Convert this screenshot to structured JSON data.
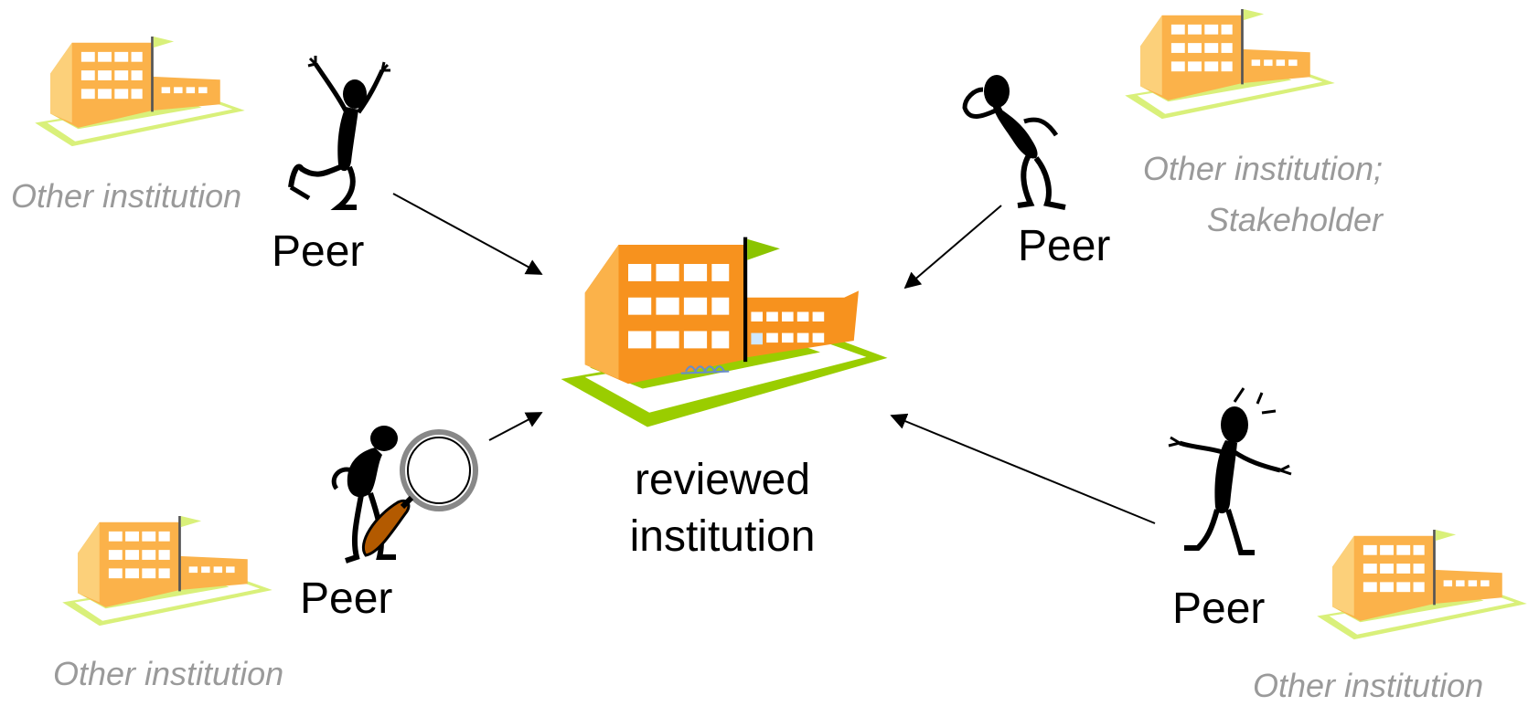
{
  "center": {
    "line1": "reviewed",
    "line2": "institution"
  },
  "peers": [
    {
      "label": "Peer",
      "institution": "Other institution"
    },
    {
      "label": "Peer",
      "institution_line1": "Other institution;",
      "institution_line2": "Stakeholder"
    },
    {
      "label": "Peer",
      "institution": "Other institution"
    },
    {
      "label": "Peer",
      "institution": "Other institution"
    }
  ],
  "colors": {
    "building_main": "#f7921e",
    "building_faded": "#fbb24a",
    "lawn": "#9acd00",
    "lawn_faded": "#d9f07a",
    "flag": "#8bc400",
    "peer_text": "#000000",
    "institution_text": "#9a9a9a",
    "magnifier_handle": "#b35a00"
  },
  "icons": [
    "building-icon",
    "peer-figure-icon",
    "magnifying-glass-icon",
    "arrow-icon"
  ]
}
